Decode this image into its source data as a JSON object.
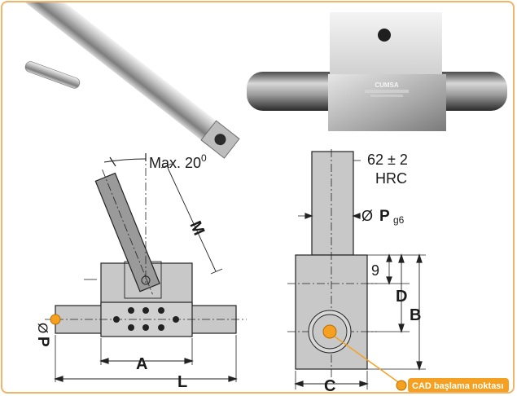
{
  "photo_brand": "CUMSA",
  "angle_label": "Max. 20",
  "angle_superscript": "0",
  "dim_M": "M",
  "hardness_value": "62 ± 2",
  "hardness_unit": "HRC",
  "diameter_symbol": "Ø",
  "dim_P": "P",
  "tolerance": "g6",
  "dim_9": "9",
  "dim_D": "D",
  "dim_B": "B",
  "dim_A": "A",
  "dim_L": "L",
  "dim_C": "C",
  "cad_note": "CAD başlama noktası",
  "colors": {
    "frame": "#f0b56a",
    "accent": "#f5a020",
    "part_fill": "#c8c8c8",
    "dark_fill": "#9a9a9a",
    "line": "#222222"
  }
}
